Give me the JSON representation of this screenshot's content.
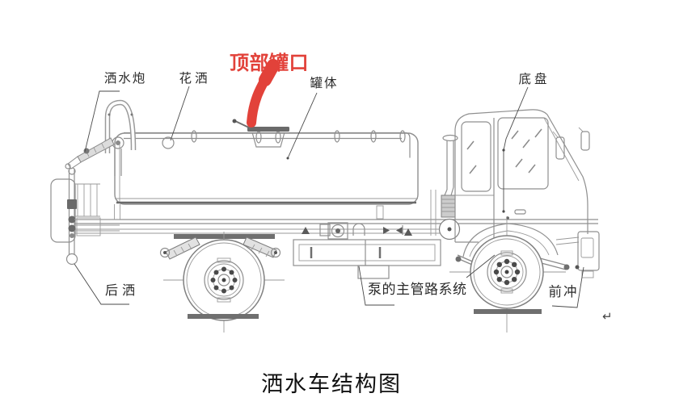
{
  "colors": {
    "annotation_red": "#e2423a",
    "drawing_line_gray": "#8f8f8f",
    "label_black": "#2b2b2b"
  },
  "caption": "洒水车结构图",
  "labels": {
    "water_cannon": "洒水炮",
    "flower_sprinkler": "花洒",
    "top_tank_opening": "顶部罐口",
    "tank_body": "罐体",
    "chassis": "底盘",
    "rear_spray": "后洒",
    "pump_main_pipeline": "泵的主管路系统",
    "front_flush": "前冲"
  },
  "marks": {
    "paragraph_return": "↵"
  }
}
